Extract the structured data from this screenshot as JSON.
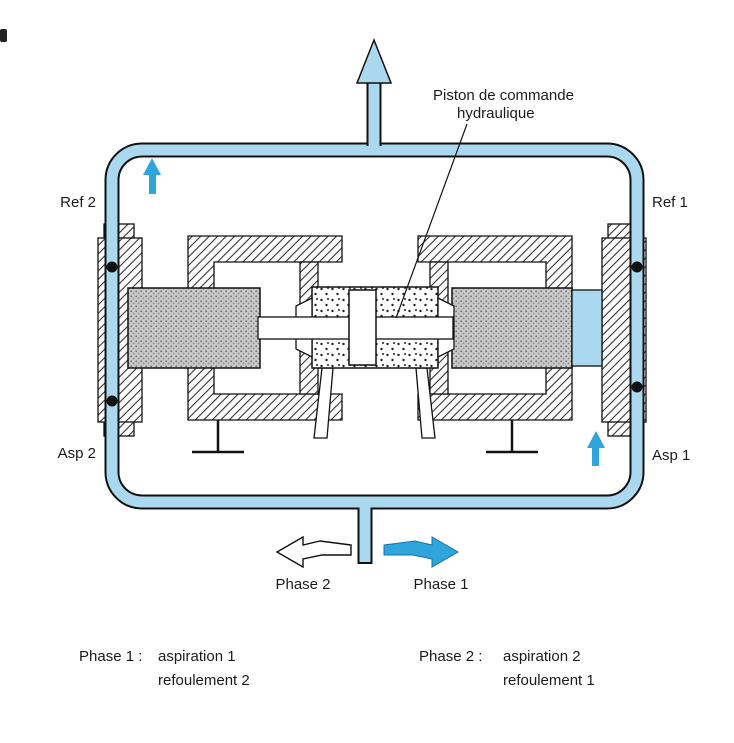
{
  "labels": {
    "piston_line1": "Piston de commande",
    "piston_line2": "hydraulique",
    "ref_2": "Ref 2",
    "ref_1": "Ref 1",
    "asp_2": "Asp 2",
    "asp_1": "Asp 1",
    "phase_2": "Phase 2",
    "phase_1": "Phase 1"
  },
  "legend": {
    "phase1_label": "Phase 1 :",
    "phase1_line1": "aspiration 1",
    "phase1_line2": "refoulement 2",
    "phase2_label": "Phase 2 :",
    "phase2_line1": "aspiration 2",
    "phase2_line2": "refoulement 1"
  },
  "colors": {
    "pipe_blue": "#a9d8ef",
    "arrow_blue": "#2fa5dc",
    "line_black": "#1b1b1b",
    "piston_gray": "#c9c9c9",
    "white": "#ffffff"
  },
  "icons": {
    "outlet_arrow": "triangle-up",
    "flow_up_arrow": "arrow-up",
    "phase1_arrow": "curved-arrow-right",
    "phase2_arrow": "curved-arrow-left",
    "check_valve": "filled-circle"
  }
}
